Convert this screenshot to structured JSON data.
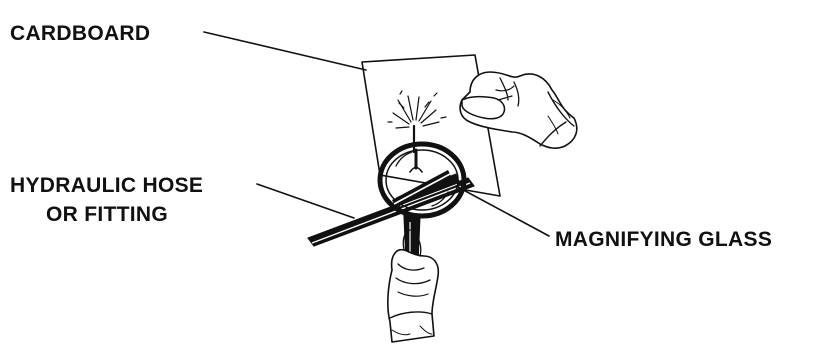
{
  "labels": {
    "cardboard": "CARDBOARD",
    "hose_line1": "HYDRAULIC HOSE",
    "hose_line2": "OR FITTING",
    "magnifier": "MAGNIFYING GLASS"
  },
  "colors": {
    "ink": "#111111",
    "paper": "#ffffff"
  }
}
